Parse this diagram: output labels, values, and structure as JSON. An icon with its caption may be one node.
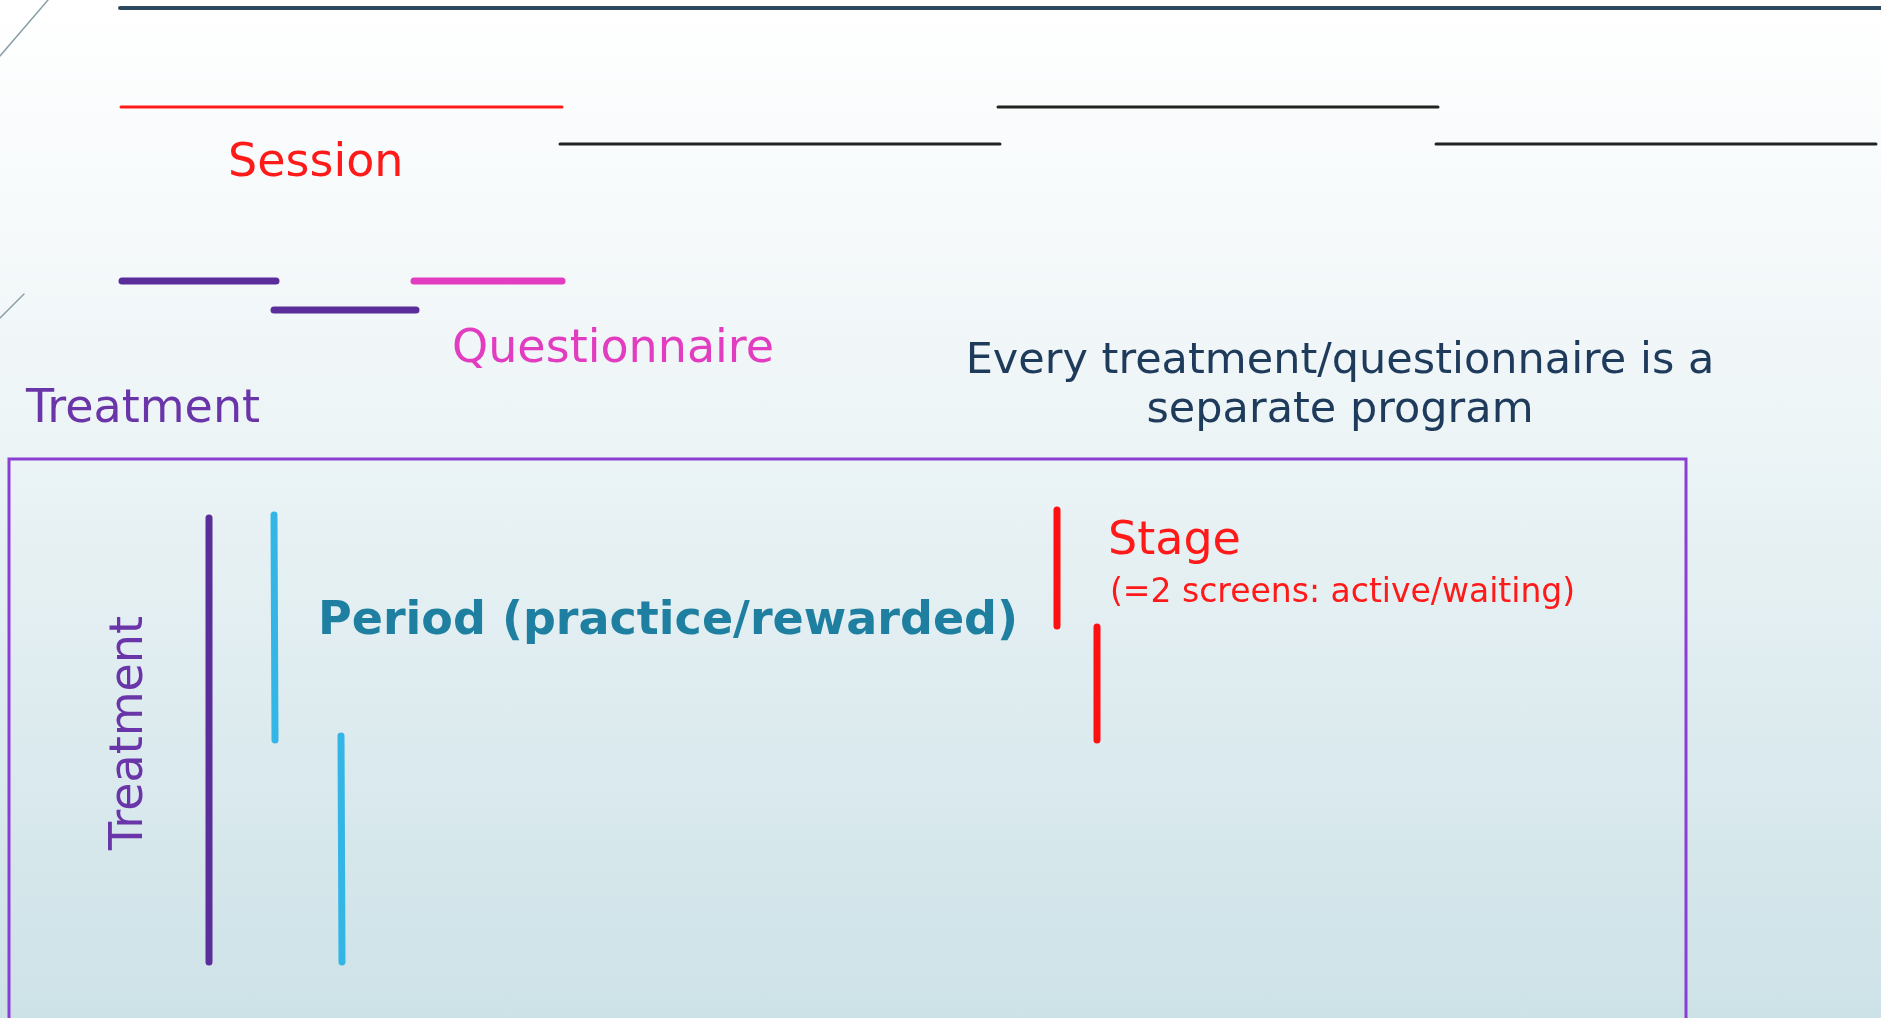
{
  "diagram": {
    "labels": [
      "Session",
      "Questionnaire",
      "Every treatment/questionnaire is a separate program",
      "Treatment",
      "Stage",
      "(=2 screens: active/waiting)",
      "Period (practice/rewarded)",
      "Treatment"
    ]
  }
}
